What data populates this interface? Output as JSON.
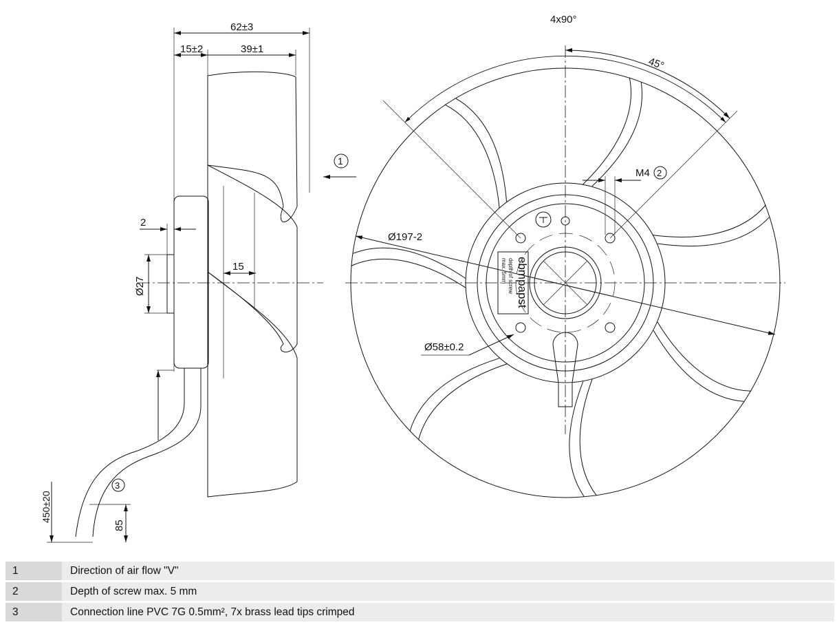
{
  "dimensions": {
    "overall_depth": "62±3",
    "hub_offset": "15±2",
    "blade_depth": "39±1",
    "shaft_step": "2",
    "shaft_diameter": "Ø27",
    "inner_offset": "15",
    "cable_length": "450±20",
    "strip_length": "85",
    "bolt_pattern": "4x90°",
    "angle": "45°",
    "thread": "M4",
    "outer_diameter": "Ø197-2",
    "hub_diameter": "Ø58±0.2"
  },
  "callouts": {
    "airflow": "1",
    "screw": "2",
    "cable": "3"
  },
  "hub_label": {
    "brand": "ebmpapst",
    "note_line1": "depth of screw",
    "note_line2": "max. 5mm"
  },
  "legend": [
    {
      "num": "1",
      "text": "Direction of air flow \"V\""
    },
    {
      "num": "2",
      "text": "Depth of screw max. 5 mm"
    },
    {
      "num": "3",
      "text": "Connection line PVC 7G 0.5mm², 7x brass lead tips crimped"
    }
  ]
}
